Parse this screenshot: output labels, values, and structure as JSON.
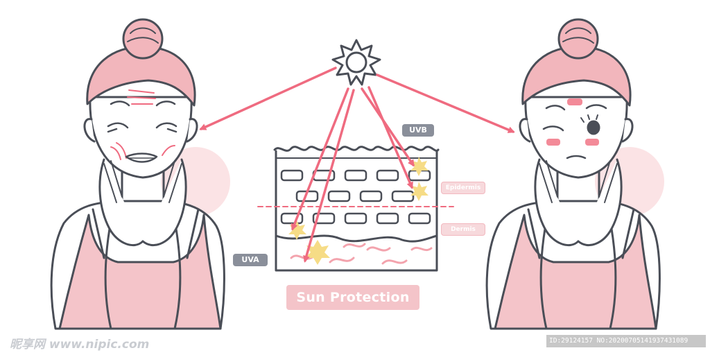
{
  "labels": {
    "uvb": "UVB",
    "uva": "UVA",
    "epidermis": "Epidermis",
    "dermis": "Dermis",
    "title": "Sun Protection"
  },
  "watermarks": {
    "left": "昵享网 www.nipic.com",
    "right": "ID:29124157 NO:20200705141937431089"
  },
  "colors": {
    "outline": "#4a4e57",
    "skin_pink": "#f4c4c9",
    "arrow_pink": "#ef6b80",
    "hair_pink": "#f2b6bc",
    "sun_spot": "#f6dc86",
    "label_gray": "#8a8f9a"
  },
  "icons": [
    "sun-icon"
  ]
}
